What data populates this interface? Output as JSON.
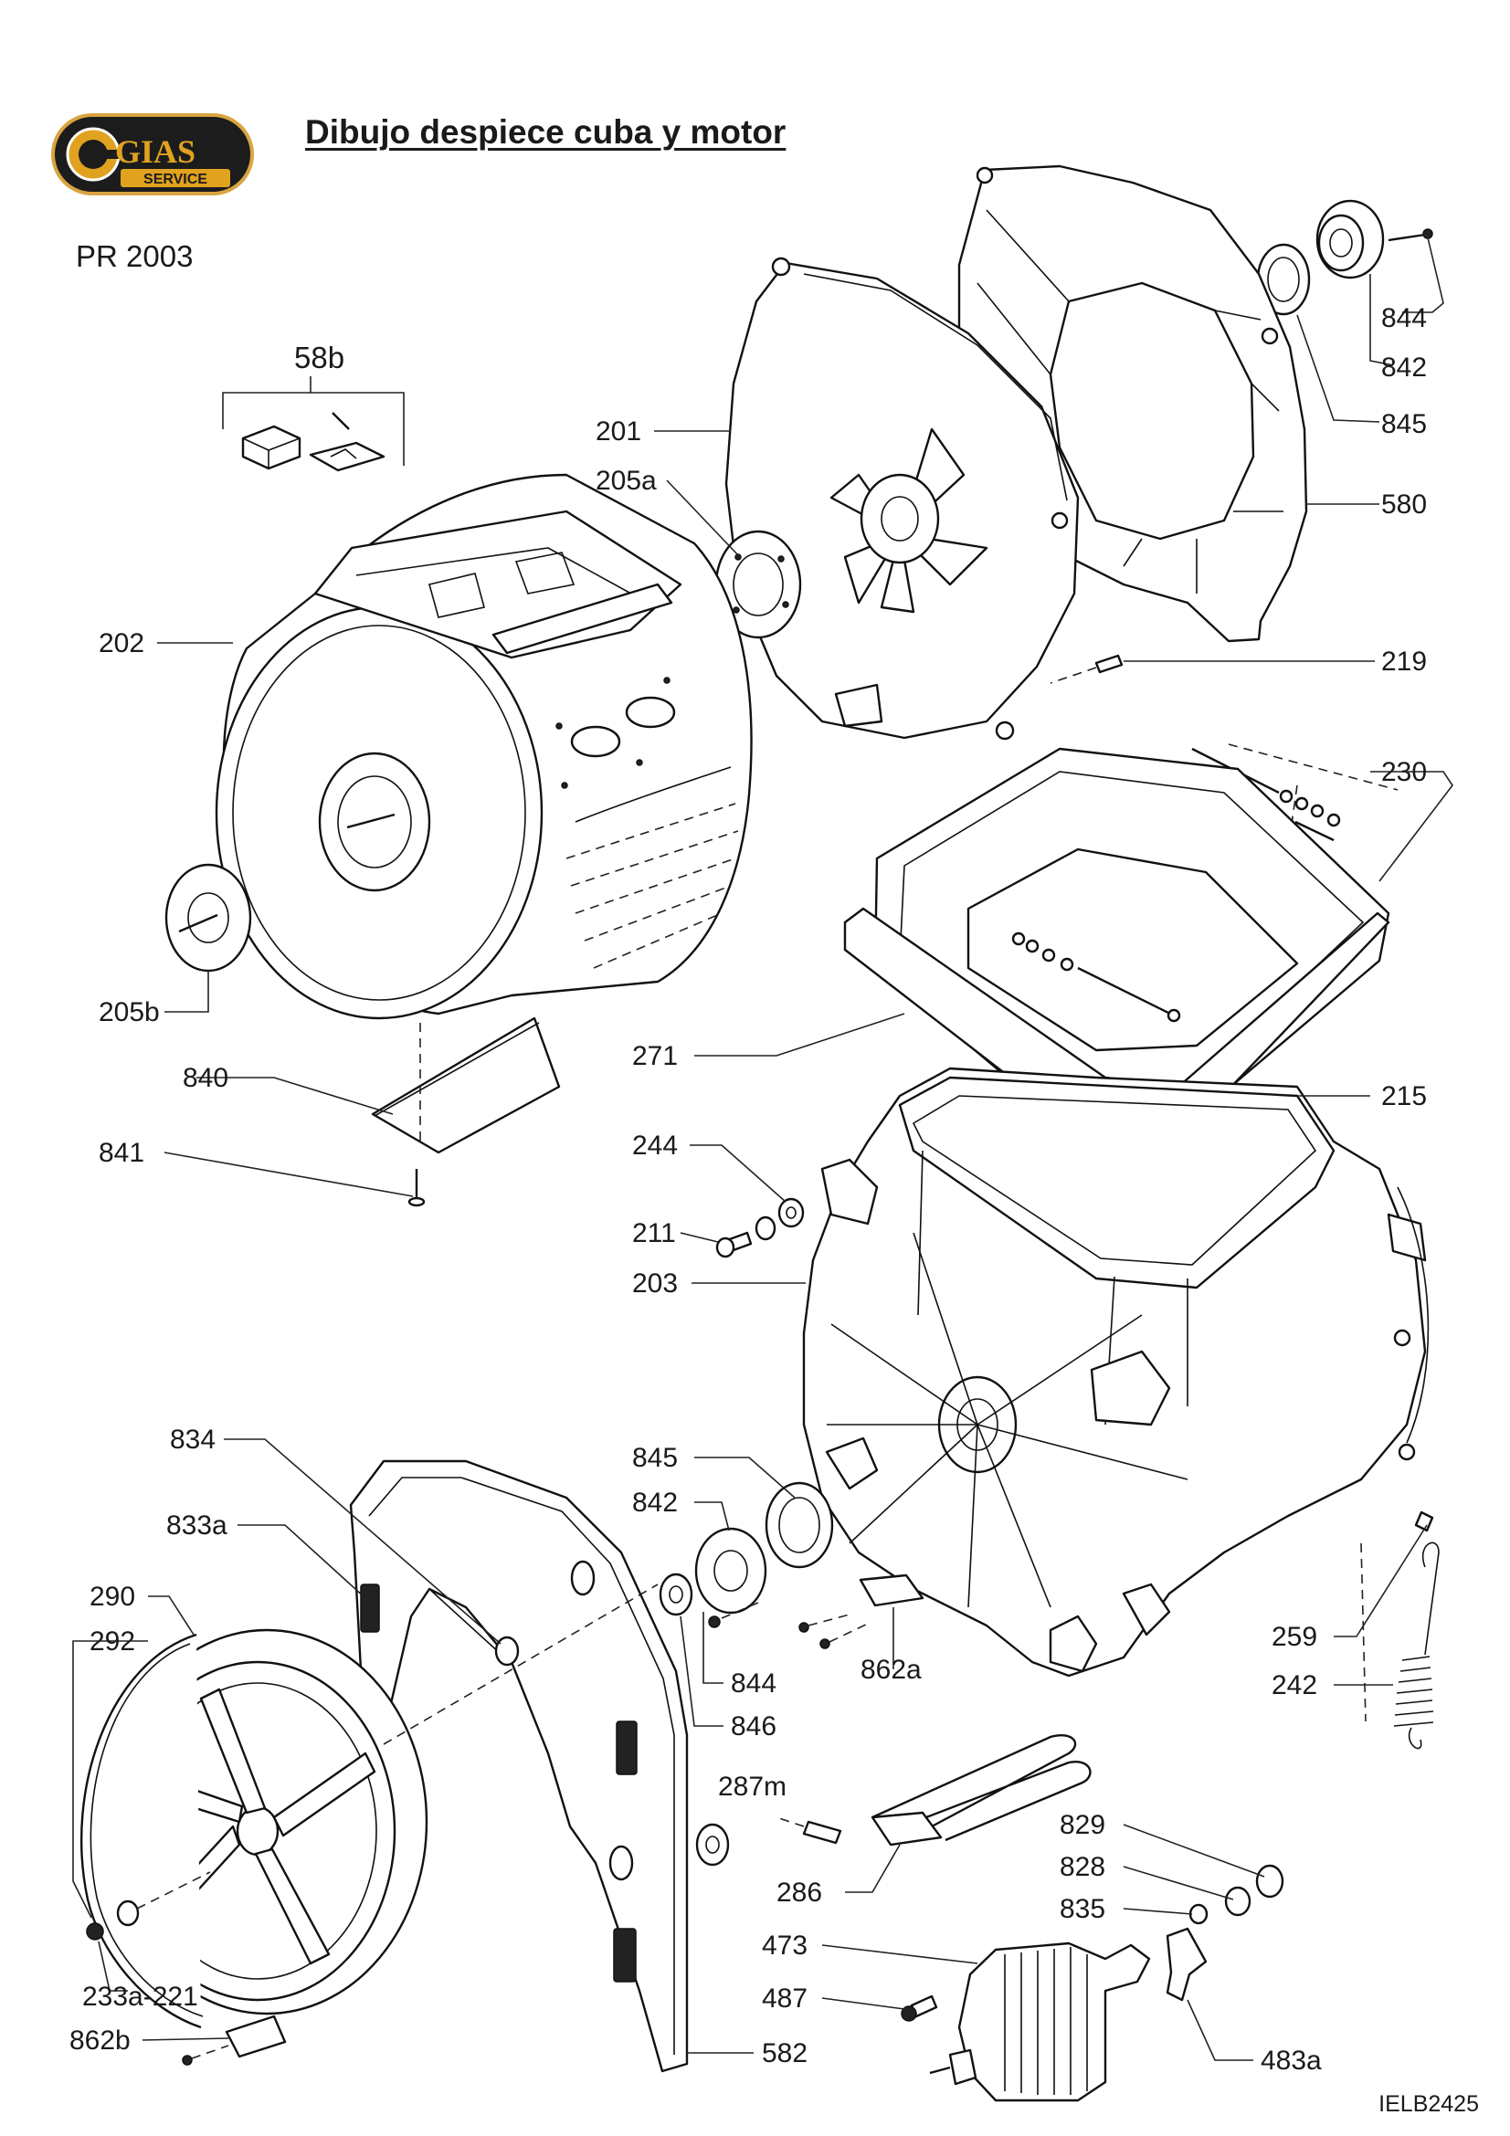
{
  "logo": {
    "name": "GIAS",
    "sub": "SERVICE"
  },
  "title": "Dibujo despiece cuba y motor",
  "model": "PR 2003",
  "reference": "IELB2425",
  "labels": [
    {
      "id": "58b",
      "text": "58b"
    },
    {
      "id": "844a",
      "text": "844"
    },
    {
      "id": "842a",
      "text": "842"
    },
    {
      "id": "845a",
      "text": "845"
    },
    {
      "id": "201",
      "text": "201"
    },
    {
      "id": "205a",
      "text": "205a"
    },
    {
      "id": "580",
      "text": "580"
    },
    {
      "id": "202",
      "text": "202"
    },
    {
      "id": "219",
      "text": "219"
    },
    {
      "id": "230",
      "text": "230"
    },
    {
      "id": "205b",
      "text": "205b"
    },
    {
      "id": "271",
      "text": "271"
    },
    {
      "id": "840",
      "text": "840"
    },
    {
      "id": "215",
      "text": "215"
    },
    {
      "id": "841",
      "text": "841"
    },
    {
      "id": "244",
      "text": "244"
    },
    {
      "id": "211",
      "text": "211"
    },
    {
      "id": "203",
      "text": "203"
    },
    {
      "id": "834",
      "text": "834"
    },
    {
      "id": "845b",
      "text": "845"
    },
    {
      "id": "842b",
      "text": "842"
    },
    {
      "id": "833a",
      "text": "833a"
    },
    {
      "id": "290",
      "text": "290"
    },
    {
      "id": "292",
      "text": "292"
    },
    {
      "id": "844b",
      "text": "844"
    },
    {
      "id": "862a",
      "text": "862a"
    },
    {
      "id": "259",
      "text": "259"
    },
    {
      "id": "242",
      "text": "242"
    },
    {
      "id": "846",
      "text": "846"
    },
    {
      "id": "287m",
      "text": "287m"
    },
    {
      "id": "829",
      "text": "829"
    },
    {
      "id": "828",
      "text": "828"
    },
    {
      "id": "286",
      "text": "286"
    },
    {
      "id": "835",
      "text": "835"
    },
    {
      "id": "473",
      "text": "473"
    },
    {
      "id": "233a-221",
      "text": "233a-221"
    },
    {
      "id": "487",
      "text": "487"
    },
    {
      "id": "862b",
      "text": "862b"
    },
    {
      "id": "582",
      "text": "582"
    },
    {
      "id": "483a",
      "text": "483a"
    }
  ]
}
